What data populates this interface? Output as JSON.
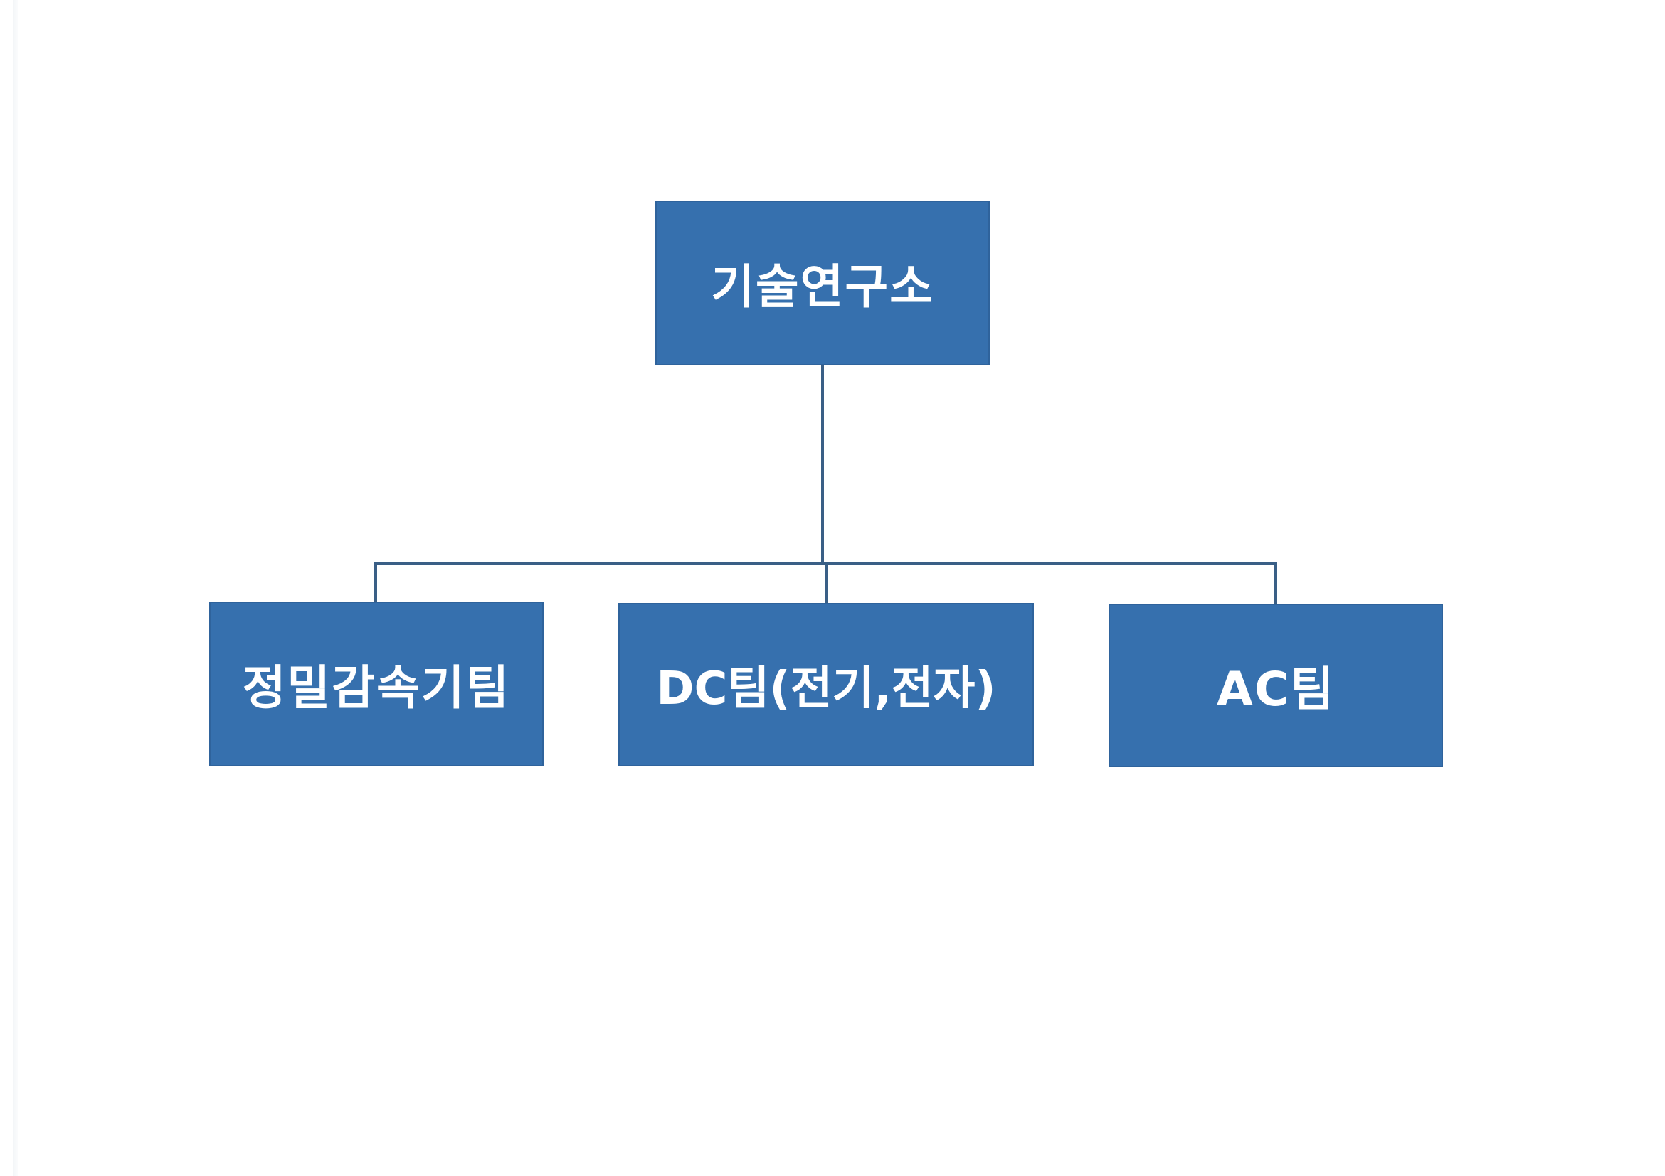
{
  "org_chart": {
    "root": {
      "label": "기술연구소"
    },
    "children": [
      {
        "label": "정밀감속기팀"
      },
      {
        "label": "DC팀(전기,전자)"
      },
      {
        "label": "AC팀"
      }
    ]
  },
  "colors": {
    "box_fill": "#3670ae",
    "box_text": "#ffffff",
    "connector": "#3a5f86"
  }
}
